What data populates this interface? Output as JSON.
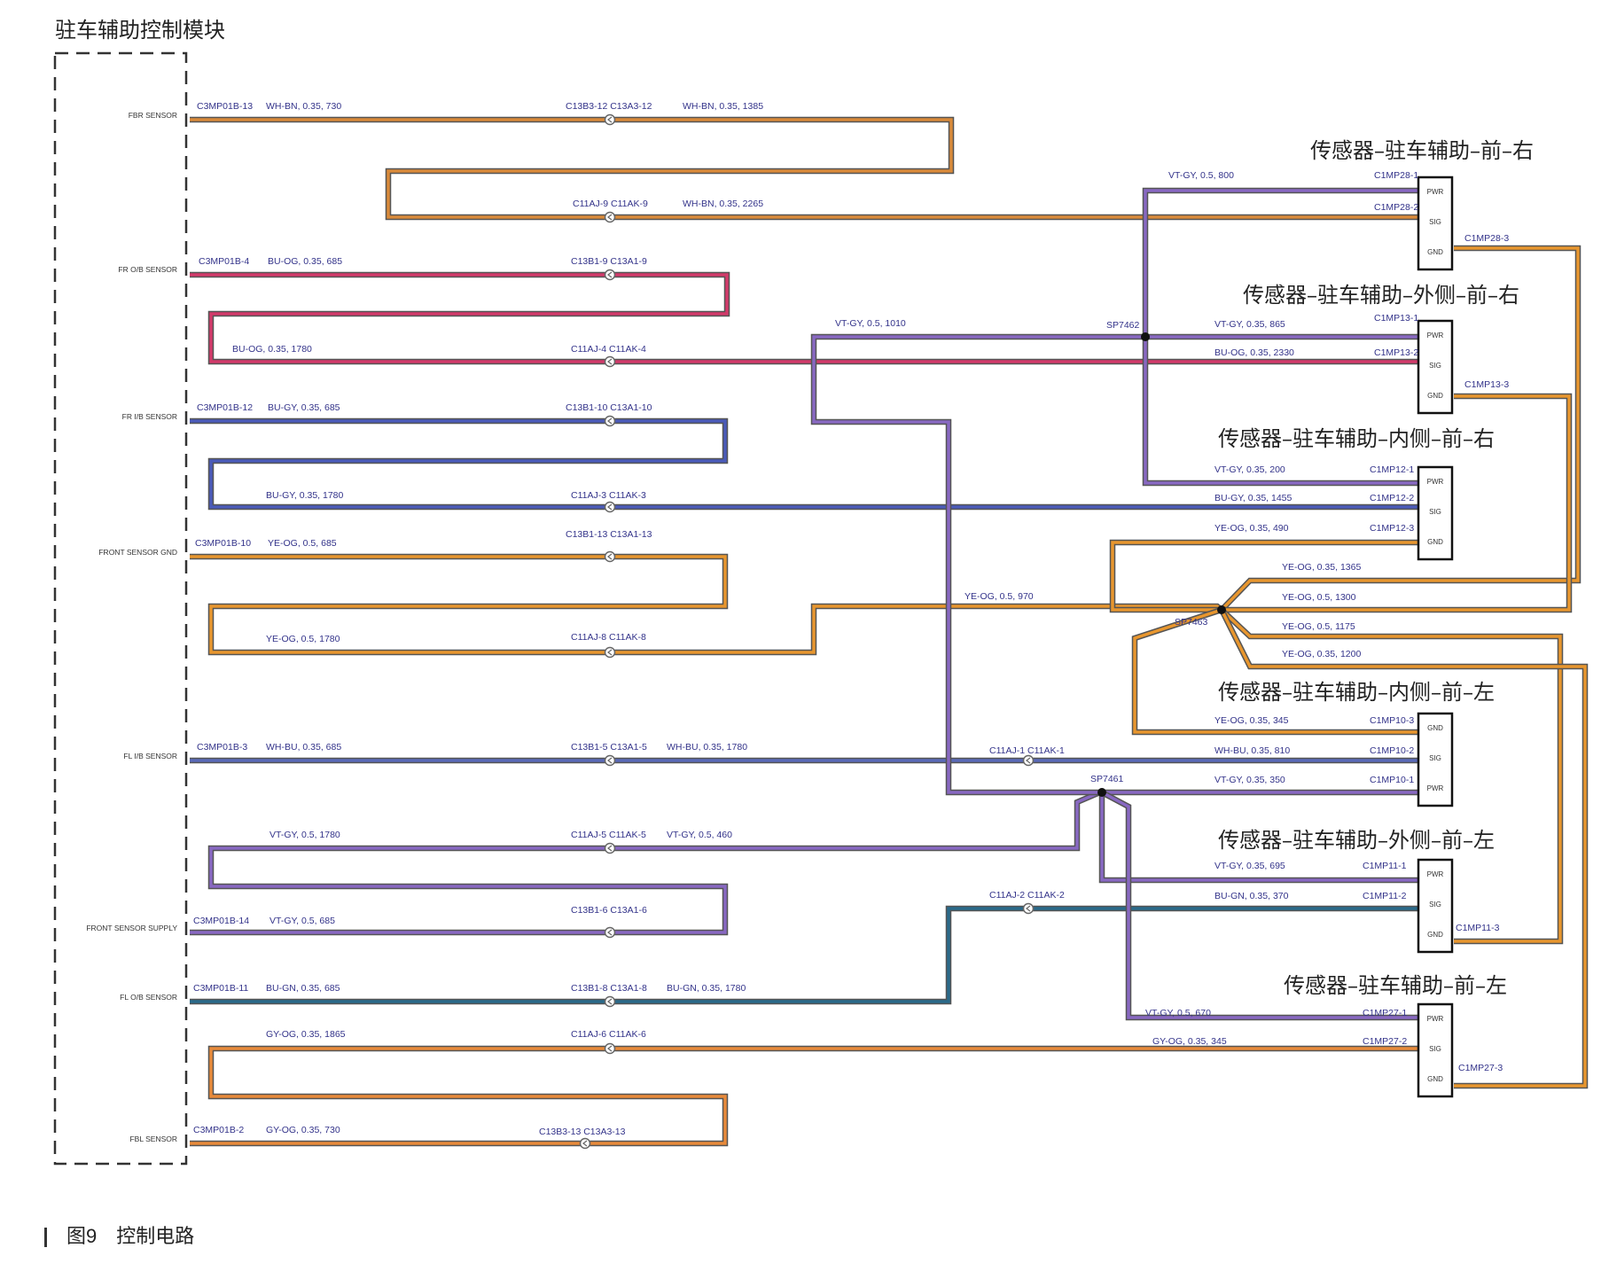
{
  "module_title": "驻车辅助控制模块",
  "caption": {
    "figure_no": "图9",
    "title": "控制电路"
  },
  "module_pins": [
    "FBR SENSOR",
    "FR O/B SENSOR",
    "FR I/B SENSOR",
    "FRONT SENSOR GND",
    "FL I/B SENSOR",
    "FRONT SENSOR SUPPLY",
    "FL O/B SENSOR",
    "FBL SENSOR"
  ],
  "sensors": [
    {
      "title": "传感器–驻车辅助–前–右",
      "pins": [
        "PWR",
        "SIG",
        "GND"
      ]
    },
    {
      "title": "传感器–驻车辅助–外侧–前–右",
      "pins": [
        "PWR",
        "SIG",
        "GND"
      ]
    },
    {
      "title": "传感器–驻车辅助–内侧–前–右",
      "pins": [
        "PWR",
        "SIG",
        "GND"
      ]
    },
    {
      "title": "传感器–驻车辅助–内侧–前–左",
      "pins": [
        "GND",
        "SIG",
        "PWR"
      ]
    },
    {
      "title": "传感器–驻车辅助–外侧–前–左",
      "pins": [
        "PWR",
        "SIG",
        "GND"
      ]
    },
    {
      "title": "传感器–驻车辅助–前–左",
      "pins": [
        "PWR",
        "SIG",
        "GND"
      ]
    }
  ],
  "splices": [
    "SP7462",
    "SP7463",
    "SP7461"
  ],
  "wire_labels": [
    "C3MP01B-13",
    "WH-BN, 0.35, 730",
    "C13B3-12 C13A3-12",
    "WH-BN, 0.35, 1385",
    "C11AJ-9 C11AK-9",
    "WH-BN, 0.35, 2265",
    "C3MP01B-4",
    "BU-OG, 0.35, 685",
    "C13B1-9 C13A1-9",
    "BU-OG, 0.35, 1780",
    "C11AJ-4 C11AK-4",
    "C3MP01B-12",
    "BU-GY, 0.35, 685",
    "C13B1-10 C13A1-10",
    "BU-GY, 0.35, 1780",
    "C11AJ-3 C11AK-3",
    "C3MP01B-10",
    "YE-OG, 0.5, 685",
    "C13B1-13 C13A1-13",
    "YE-OG, 0.5, 1780",
    "C11AJ-8 C11AK-8",
    "C3MP01B-3",
    "WH-BU, 0.35, 685",
    "C13B1-5 C13A1-5",
    "WH-BU, 0.35, 1780",
    "C11AJ-1 C11AK-1",
    "VT-GY, 0.5, 1780",
    "C11AJ-5 C11AK-5",
    "VT-GY, 0.5, 460",
    "C3MP01B-14",
    "VT-GY, 0.5, 685",
    "C13B1-6 C13A1-6",
    "C3MP01B-11",
    "BU-GN, 0.35, 685",
    "C13B1-8 C13A1-8",
    "BU-GN, 0.35, 1780",
    "C11AJ-2 C11AK-2",
    "GY-OG, 0.35, 1865",
    "C11AJ-6 C11AK-6",
    "C3MP01B-2",
    "GY-OG, 0.35, 730",
    "C13B3-13 C13A3-13",
    "VT-GY, 0.5, 800",
    "C1MP28-1",
    "C1MP28-2",
    "C1MP28-3",
    "VT-GY, 0.5, 1010",
    "VT-GY, 0.35, 865",
    "C1MP13-1",
    "BU-OG, 0.35, 2330",
    "C1MP13-2",
    "C1MP13-3",
    "VT-GY, 0.35, 200",
    "C1MP12-1",
    "BU-GY, 0.35, 1455",
    "C1MP12-2",
    "YE-OG, 0.35, 490",
    "C1MP12-3",
    "YE-OG, 0.5, 970",
    "YE-OG, 0.35, 1365",
    "YE-OG, 0.5, 1300",
    "YE-OG, 0.5, 1175",
    "YE-OG, 0.35, 1200",
    "YE-OG, 0.35, 345",
    "C1MP10-3",
    "WH-BU, 0.35, 810",
    "C1MP10-2",
    "VT-GY, 0.35, 350",
    "C1MP10-1",
    "VT-GY, 0.35, 695",
    "C1MP11-1",
    "BU-GN, 0.35, 370",
    "C1MP11-2",
    "C1MP11-3",
    "VT-GY, 0.5, 670",
    "C1MP27-1",
    "GY-OG, 0.35, 345",
    "C1MP27-2",
    "C1MP27-3"
  ],
  "colors": {
    "WH-BN": "#d98a3a",
    "BU-OG": "#d23a6a",
    "BU-GY": "#4a5ab8",
    "YE-OG": "#e8962e",
    "WH-BU": "#5a6ab8",
    "VT-GY": "#8868c2",
    "BU-GN": "#2a6a8a",
    "GY-OG": "#e88a3a"
  }
}
